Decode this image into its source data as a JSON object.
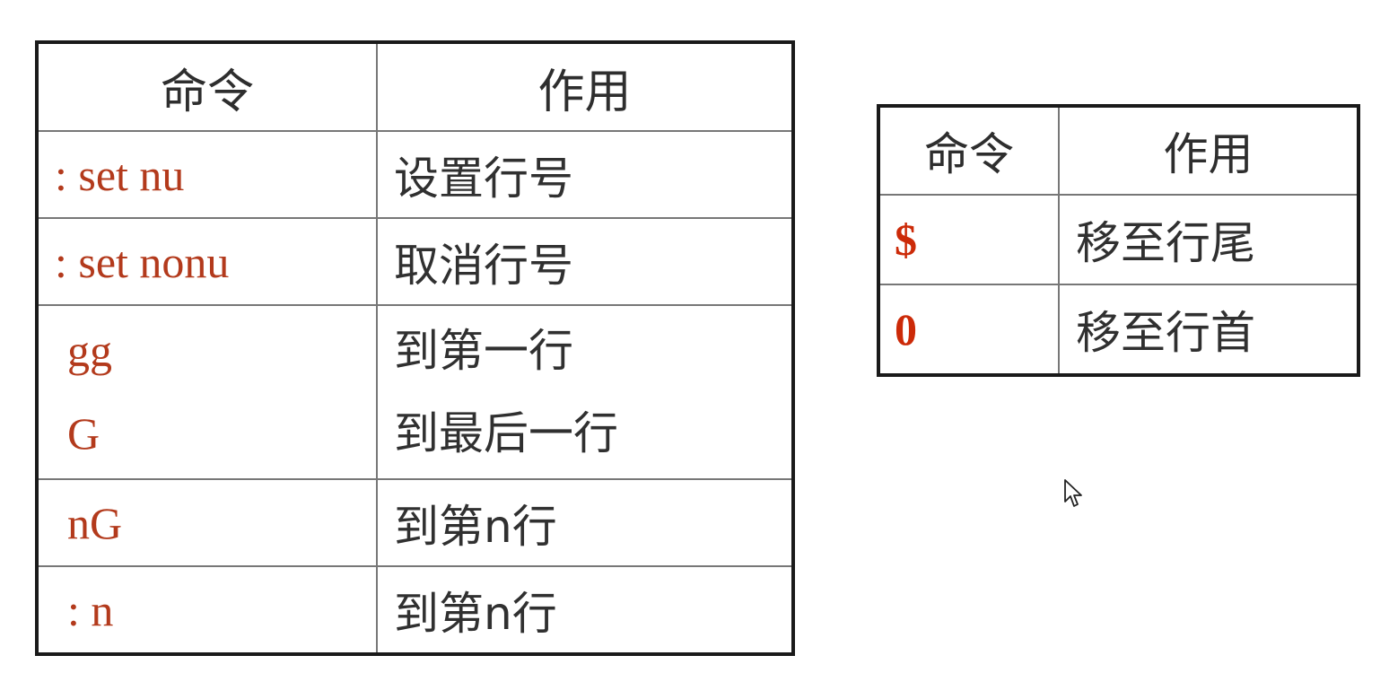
{
  "left_table": {
    "headers": [
      "命令",
      "作用"
    ],
    "rows": [
      {
        "commands": [
          ": set nu"
        ],
        "descriptions": [
          "设置行号"
        ]
      },
      {
        "commands": [
          ": set nonu"
        ],
        "descriptions": [
          "取消行号"
        ]
      },
      {
        "commands": [
          "gg",
          "G"
        ],
        "descriptions": [
          "到第一行",
          "到最后一行"
        ]
      },
      {
        "commands": [
          "nG"
        ],
        "descriptions": [
          "到第n行"
        ]
      },
      {
        "commands": [
          ": n"
        ],
        "descriptions": [
          "到第n行"
        ]
      }
    ]
  },
  "right_table": {
    "headers": [
      "命令",
      "作用"
    ],
    "rows": [
      {
        "command": "$",
        "description": "移至行尾"
      },
      {
        "command": "0",
        "description": "移至行首"
      }
    ]
  },
  "colors": {
    "command_text": "#b33a1c",
    "command_text_bold": "#cc2a08",
    "description_text": "#303030",
    "border": "#1a1a1a"
  },
  "icons": {
    "cursor": "mouse-pointer-icon"
  }
}
